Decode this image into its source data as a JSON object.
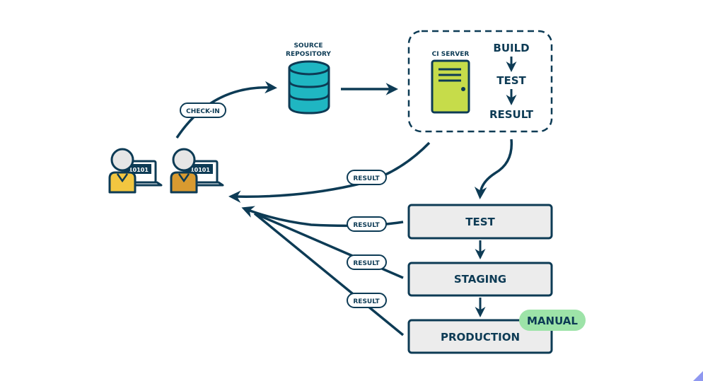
{
  "diagram": {
    "colors": {
      "stroke": "#0d3b55",
      "repo_fill": "#1fb6c2",
      "server_fill": "#c6dc4a",
      "stage_fill": "#ececec",
      "manual_fill": "#9de3a8",
      "dev1_shirt": "#f2c640",
      "dev2_shirt": "#d89a30",
      "head_fill": "#e6e6e6"
    },
    "developers": [
      {
        "screen_text": "10101"
      },
      {
        "screen_text": "10101"
      }
    ],
    "check_in_label": "CHECK-IN",
    "source_repository": {
      "line1": "SOURCE",
      "line2": "REPOSITORY"
    },
    "ci_server": {
      "label": "CI SERVER",
      "steps": [
        "BUILD",
        "TEST",
        "RESULT"
      ]
    },
    "stages": [
      {
        "label": "TEST"
      },
      {
        "label": "STAGING"
      },
      {
        "label": "PRODUCTION"
      }
    ],
    "manual_badge": "MANUAL",
    "result_labels": [
      "RESULT",
      "RESULT",
      "RESULT",
      "RESULT"
    ]
  }
}
